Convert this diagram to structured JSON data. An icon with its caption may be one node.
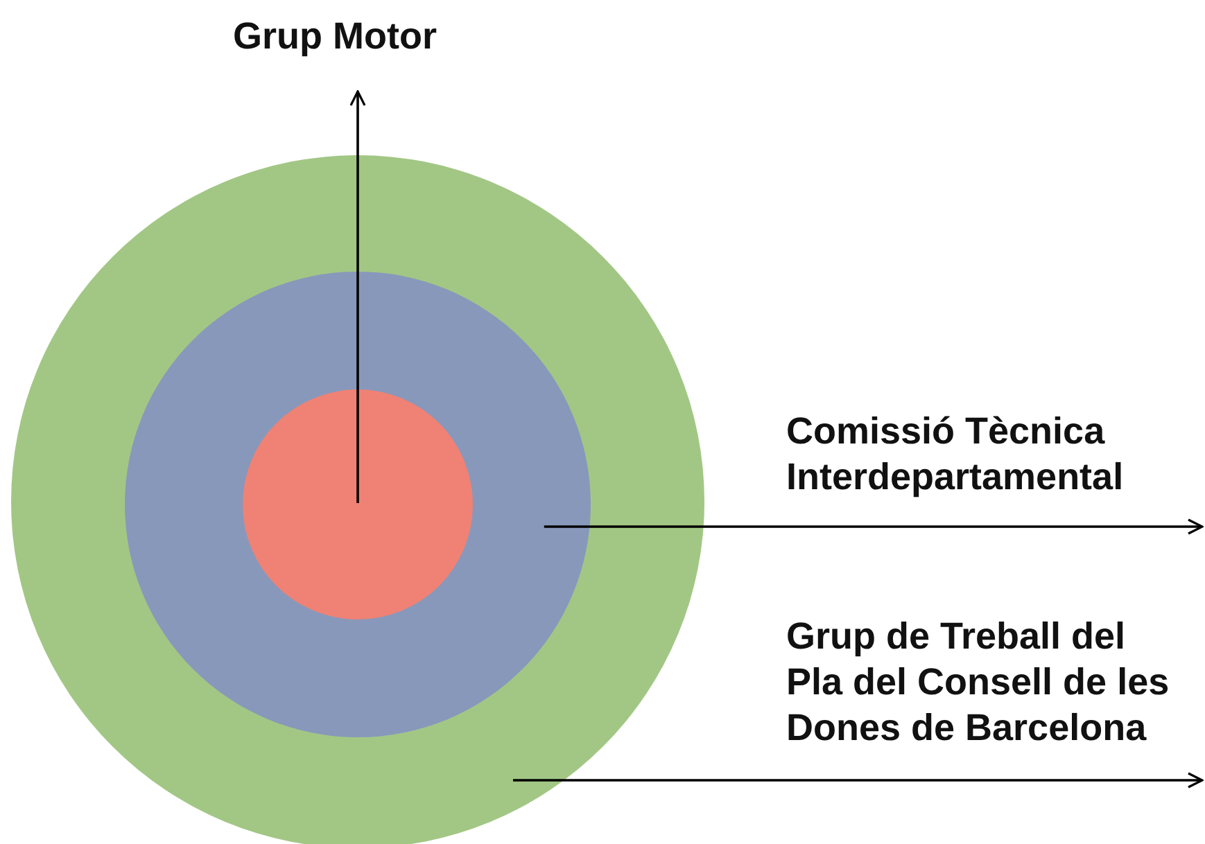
{
  "diagram": {
    "nodes": [
      {
        "text": [
          "Grup Motor"
        ]
      },
      {
        "text": [],
        "shape": "circle"
      },
      {
        "text": [],
        "shape": "circle",
        "in": 1
      },
      {
        "text": [],
        "shape": "circle",
        "in": 2
      },
      {
        "text": [
          "Comissió Tècnica Interdepartamental"
        ]
      },
      {
        "text": [
          "Grup de Treball del Pla del Consell de les Dones de Barcelona"
        ]
      }
    ],
    "edges": [
      {
        "from": 3,
        "to": 0,
        "arrow": "to"
      },
      {
        "from": 2,
        "to": 4,
        "arrow": "to"
      },
      {
        "from": 1,
        "to": 5,
        "arrow": "to"
      }
    ]
  }
}
